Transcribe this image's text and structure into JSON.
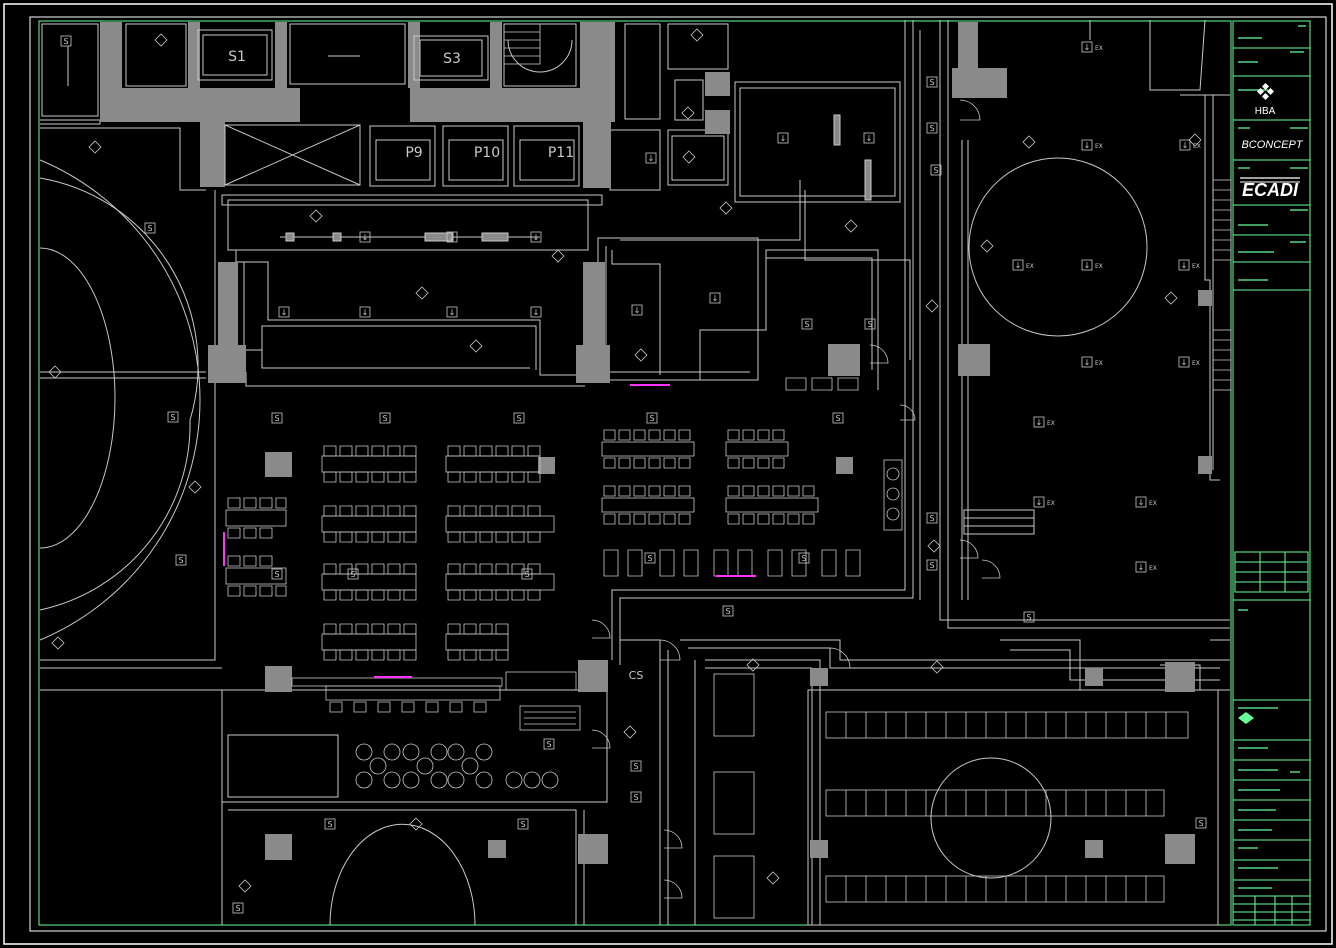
{
  "drawing": {
    "colors": {
      "background": "#000000",
      "border": "#ffffff",
      "frame": "#66ff99",
      "line": "#c8c8c8",
      "column": "#8a8a8a",
      "highlight": "#ff33ff"
    },
    "room_labels": {
      "s1": "S1",
      "s3": "S3",
      "p9": "P9",
      "p10": "P10",
      "p11": "P11",
      "cs": "CS"
    },
    "symbol_letters": {
      "speaker": "S",
      "exhaust": "EX",
      "down": "↓"
    }
  },
  "title_block": {
    "logo_hba": "HBA",
    "logo_concept": "BCONCEPT",
    "logo_ecadi": "ECADI"
  }
}
